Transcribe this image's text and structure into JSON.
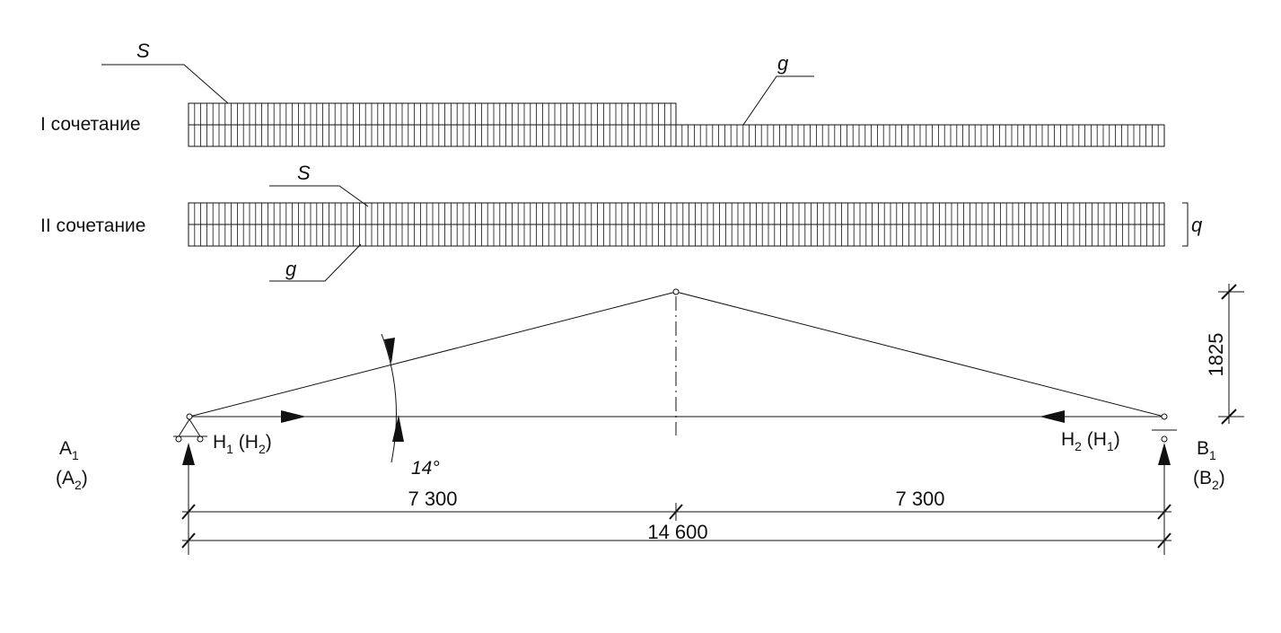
{
  "combo1": {
    "label": "I сочетание",
    "snow_tag": "S",
    "dead_tag": "g"
  },
  "combo2": {
    "label": "II сочетание",
    "snow_tag": "S",
    "dead_tag": "g",
    "total_tag": "q"
  },
  "supports": {
    "left": {
      "line1_base": "A",
      "line1_sub": "1",
      "line2_base": "(A",
      "line2_sub": "2",
      "line2_end": ")"
    },
    "right": {
      "line1_base": "B",
      "line1_sub": "1",
      "line2_base": "(B",
      "line2_sub": "2",
      "line2_end": ")"
    }
  },
  "thrust": {
    "left": {
      "a": "H",
      "a_sub": "1",
      "b": " (H",
      "b_sub": "2",
      "c": ")"
    },
    "right": {
      "a": "H",
      "a_sub": "2",
      "b": " (H",
      "b_sub": "1",
      "c": ")"
    }
  },
  "angle_label": "14°",
  "dimensions": {
    "height": "1825",
    "half_span_left": "7 300",
    "half_span_right": "7 300",
    "span": "14 600"
  },
  "colors": {
    "line": "#111111",
    "background": "#ffffff"
  }
}
